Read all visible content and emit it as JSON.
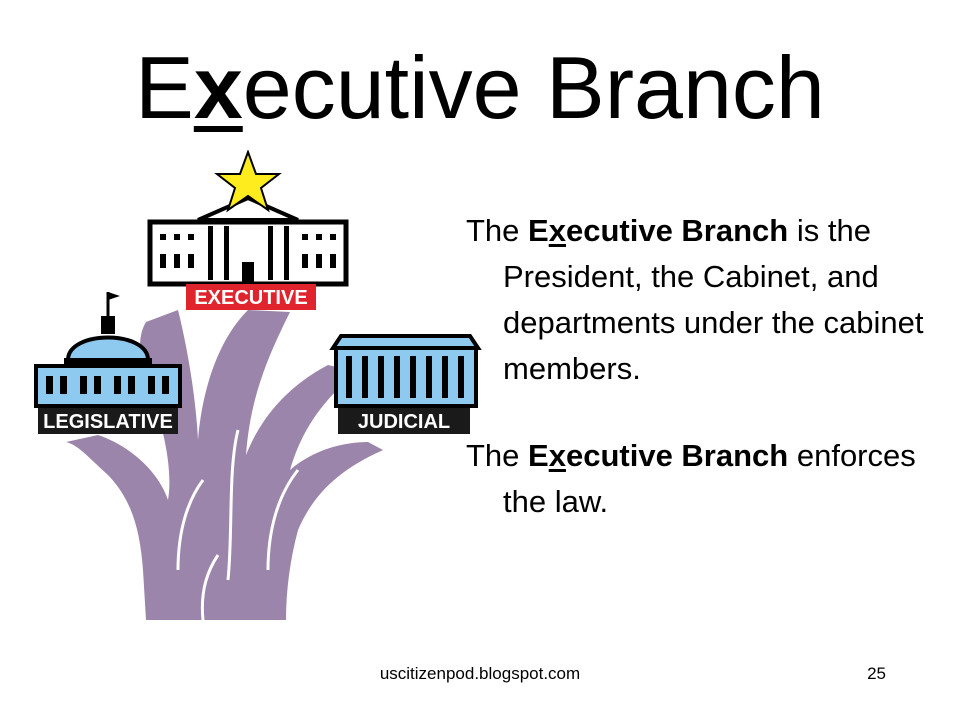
{
  "slide": {
    "title": {
      "pre": "E",
      "underlined": "x",
      "post": "ecutive Branch"
    },
    "paragraphs": [
      {
        "pre": "The ",
        "bold_pre": "E",
        "bold_ul": "x",
        "bold_post": "ecutive Branch",
        "post": " is the President,  the Cabinet, and departments under the cabinet members."
      },
      {
        "pre": "The ",
        "bold_pre": "E",
        "bold_ul": "x",
        "bold_post": "ecutive Branch",
        "post": " enforces the law."
      }
    ],
    "illustration": {
      "labels": {
        "executive": "EXECUTIVE",
        "legislative": "LEGISLATIVE",
        "judicial": "JUDICIAL"
      },
      "colors": {
        "trunk": "#9b85aa",
        "building": "#8ec9f0",
        "executive_badge": "#e0242d",
        "label_bg": "#1a1a1a",
        "star": "#ffec1f"
      }
    },
    "footer": {
      "source": "uscitizenpod.blogspot.com",
      "page_number": "25"
    }
  }
}
